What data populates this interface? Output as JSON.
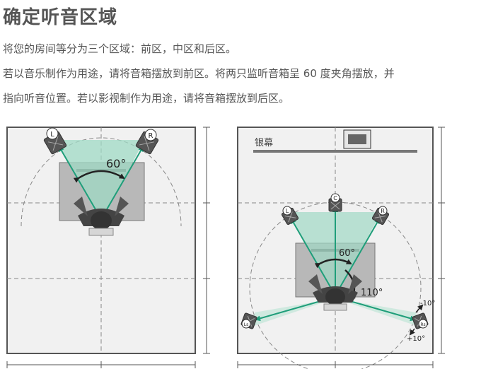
{
  "heading": "确定听音区域",
  "paragraphs": [
    "将您的房间等分为三个区域：前区，中区和后区。",
    "若以音乐制作为用途，请将音箱摆放到前区。将两只监听音箱呈 60 度夹角摆放，并",
    "指向听音位置。若以影视制作为用途，请将音箱摆放到后区。"
  ],
  "left_diagram": {
    "speaker_left": "L",
    "speaker_right": "R",
    "angle_label": "60°"
  },
  "right_diagram": {
    "screen_label": "银幕",
    "speaker_left": "L",
    "speaker_center": "C",
    "speaker_right": "R",
    "surround_left": "Ls",
    "surround_right": "Rs",
    "angle_front": "60°",
    "angle_surround": "110°",
    "tilt_minus": "-10°",
    "tilt_plus": "+10°"
  },
  "colors": {
    "arrow_green": "#1f9e7a",
    "beam_green": "#9fd9c4",
    "room_outline": "#555555",
    "desk_gray": "#b8b8b8"
  }
}
